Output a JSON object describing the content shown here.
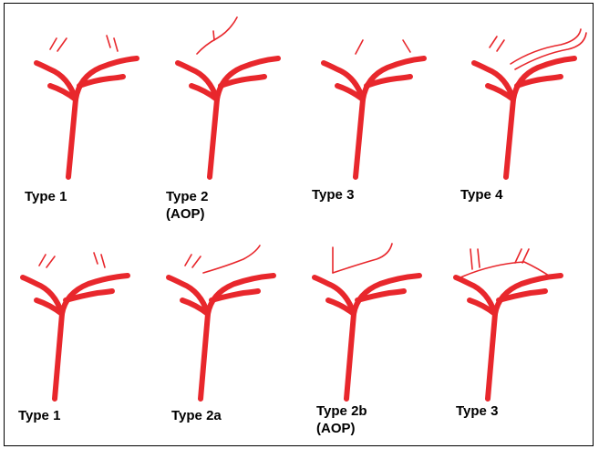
{
  "colors": {
    "artery": "#e8272c",
    "text": "#000000",
    "background": "#ffffff",
    "border": "#000000"
  },
  "rows": [
    {
      "panels": [
        {
          "label": "Type 1",
          "sublabel": ""
        },
        {
          "label": "Type 2",
          "sublabel": "(AOP)"
        },
        {
          "label": "Type 3",
          "sublabel": ""
        },
        {
          "label": "Type 4",
          "sublabel": ""
        }
      ]
    },
    {
      "panels": [
        {
          "label": "Type 1",
          "sublabel": ""
        },
        {
          "label": "Type 2a",
          "sublabel": ""
        },
        {
          "label": "Type 2b",
          "sublabel": "(AOP)"
        },
        {
          "label": "Type 3",
          "sublabel": ""
        }
      ]
    }
  ]
}
